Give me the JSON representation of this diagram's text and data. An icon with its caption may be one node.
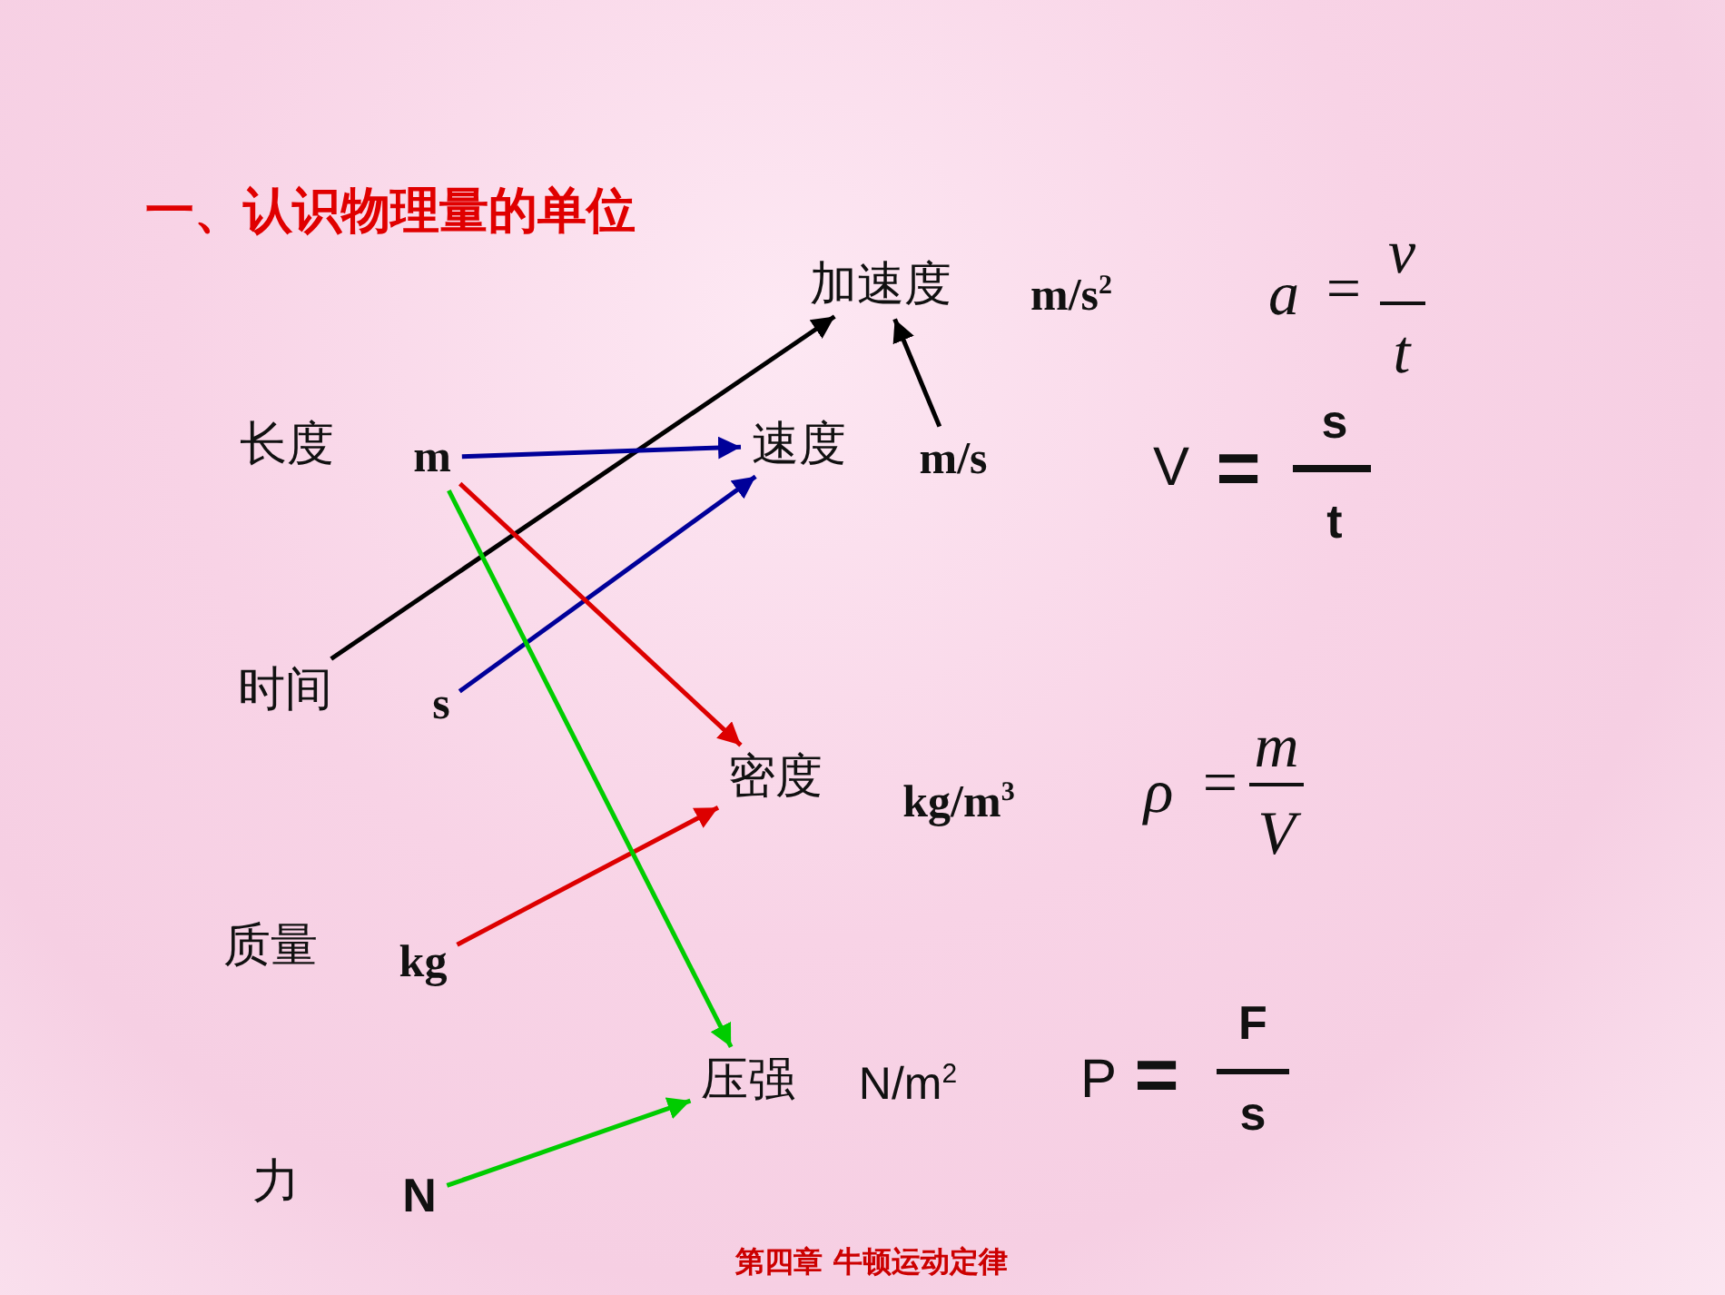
{
  "diagram": {
    "title": "一、认识物理量的单位",
    "caption": "第四章 牛顿运动定律",
    "nodes": [
      {
        "text": [
          "加速度"
        ]
      },
      {
        "text": [
          "m"
        ]
      },
      {
        "text": [
          "速度"
        ]
      },
      {
        "text": [
          "m/s"
        ]
      },
      {
        "text": [
          "时间"
        ]
      },
      {
        "text": [
          "s"
        ]
      },
      {
        "text": [
          "密度"
        ]
      },
      {
        "text": [
          "kg"
        ]
      },
      {
        "text": [
          "压强"
        ]
      },
      {
        "text": [
          "N"
        ]
      }
    ],
    "edges": [
      {
        "from": 4,
        "to": 0,
        "arrow": "to",
        "color": "#000000"
      },
      {
        "from": 3,
        "to": 0,
        "arrow": "to",
        "color": "#000000"
      },
      {
        "from": 1,
        "to": 2,
        "arrow": "to",
        "color": "#000099"
      },
      {
        "from": 5,
        "to": 2,
        "arrow": "to",
        "color": "#000099"
      },
      {
        "from": 1,
        "to": 6,
        "arrow": "to",
        "color": "#dd0000"
      },
      {
        "from": 7,
        "to": 6,
        "arrow": "to",
        "color": "#dd0000"
      },
      {
        "from": 1,
        "to": 8,
        "arrow": "to",
        "color": "#00cc00"
      },
      {
        "from": 9,
        "to": 8,
        "arrow": "to",
        "color": "#00cc00"
      }
    ],
    "labels": [
      "m/s$^{2}$",
      "a",
      "=",
      "v",
      "t",
      "长度",
      "V",
      "=",
      "s",
      "t",
      "kg/m$^{3}$",
      "ρ",
      "=",
      "m",
      "V",
      "质量",
      "N/m$^{2}$",
      "P",
      "=",
      "F",
      "s",
      "力"
    ]
  }
}
